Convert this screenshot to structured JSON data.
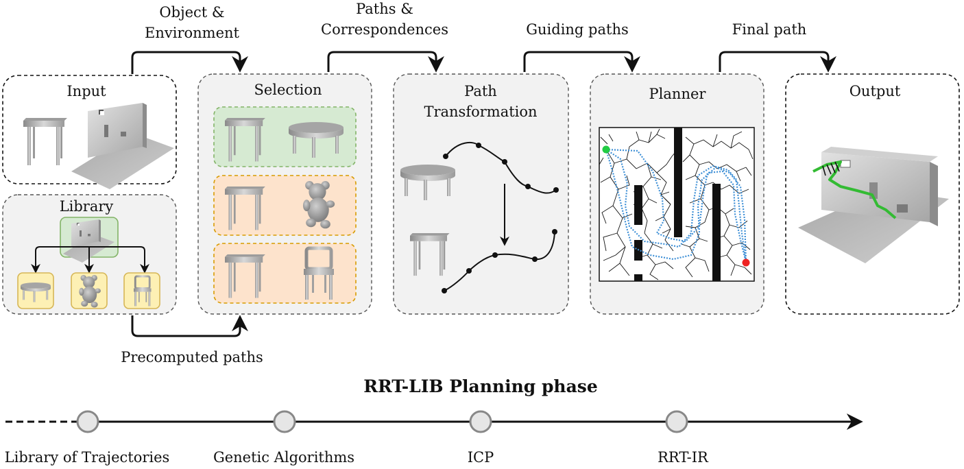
{
  "stages": {
    "input": "Input",
    "library": "Library",
    "selection": "Selection",
    "path_transformation_line1": "Path",
    "path_transformation_line2": "Transformation",
    "planner": "Planner",
    "output": "Output"
  },
  "arrows": {
    "object_env_line1": "Object &",
    "object_env_line2": "Environment",
    "paths_corr_line1": "Paths &",
    "paths_corr_line2": "Correspondences",
    "guiding_paths": "Guiding paths",
    "final_path": "Final path",
    "precomputed_paths": "Precomputed paths"
  },
  "timeline": {
    "title": "RRT-LIB Planning phase",
    "milestones": [
      "Library of Trajectories",
      "Genetic Algorithms",
      "ICP",
      "RRT-IR"
    ]
  },
  "colors": {
    "panel_gray": "#f2f2f2",
    "match_green_fill": "#d6ead2",
    "match_green_stroke": "#82b366",
    "candidate_orange_fill": "#fde3cc",
    "candidate_orange_stroke": "#d79b00",
    "library_yellow_fill": "#fdf0b4",
    "library_yellow_stroke": "#d6b656",
    "path_blue": "#3d8fd6",
    "start_green": "#22cc44",
    "goal_red": "#ee2222",
    "output_path_green": "#33bb33",
    "milestone_gray": "#888888"
  }
}
